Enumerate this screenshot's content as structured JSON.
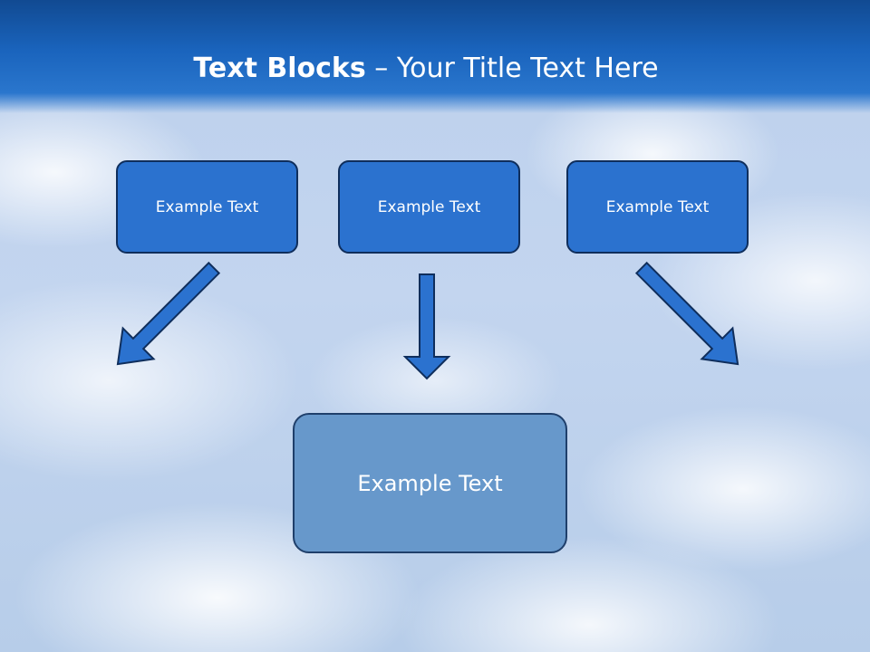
{
  "slide": {
    "title_bold": "Text Blocks",
    "title_separator": " – ",
    "title_rest": "Your Title Text Here"
  },
  "blocks": [
    {
      "label": "Example Text"
    },
    {
      "label": "Example Text"
    },
    {
      "label": "Example Text"
    }
  ],
  "target_block": {
    "label": "Example Text"
  },
  "colors": {
    "title_bar": "#1a64bd",
    "block_fill": "#2b72cf",
    "target_fill": "#6798cb",
    "arrow_fill": "#2b72cf",
    "outline": "#0f2e5c"
  }
}
